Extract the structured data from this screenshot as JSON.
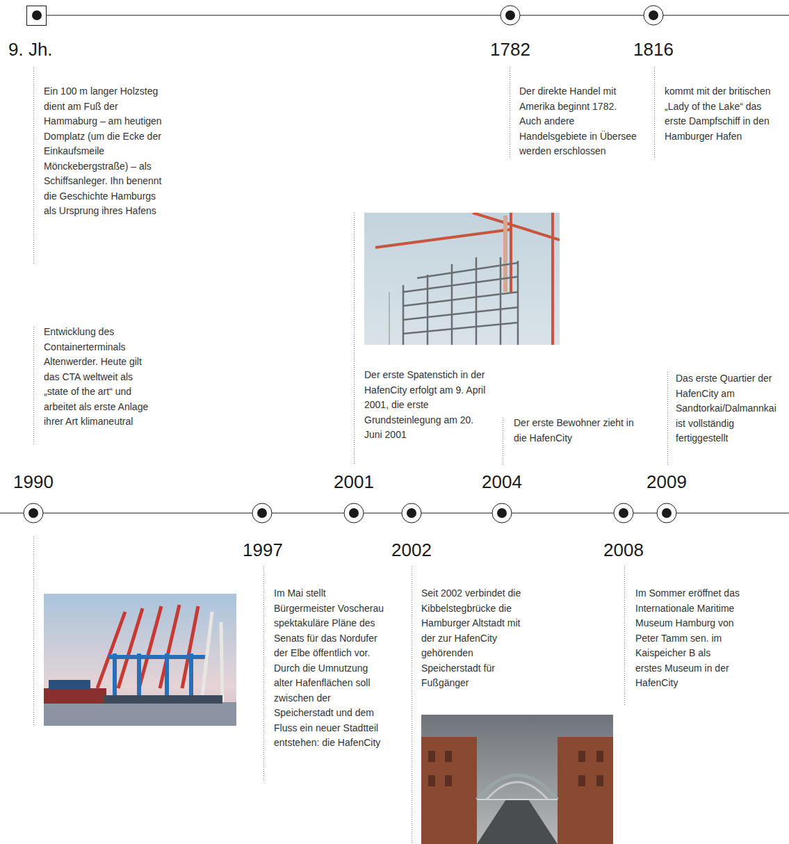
{
  "diagram": {
    "labels": [
      "9. Jh.",
      "Ein 100 m langer Holzsteg dient am Fuß der Hammaburg – am heutigen Domplatz (um die Ecke der Einkaufsmeile Mönckebergstraße) – als Schiffsanleger. Ihn benennt die Geschichte Hamburgs als Ursprung ihres Hafens",
      "1782",
      "Der direkte Handel mit Amerika beginnt 1782. Auch andere Handelsgebiete in Übersee werden erschlossen",
      "1816",
      "kommt mit der britischen „Lady of the Lake“ das erste Dampfschiff in den Hamburger Hafen",
      "Entwicklung des Containerterminals Altenwerder. Heute gilt das CTA weltweit als „state of the art“ und arbeitet als erste Anlage ihrer Art klimaneutral",
      "Der erste Spatenstich in der HafenCity erfolgt am 9. April 2001, die erste Grundsteinlegung am 20. Juni 2001",
      "Der erste Bewohner zieht in die HafenCity",
      "Das erste Quartier der HafenCity am Sandtorkai/Dalmannkai ist vollständig fertiggestellt",
      "1990",
      "2001",
      "2004",
      "2009",
      "1997",
      "2002",
      "2008",
      "Im Mai stellt Bürgermeister Voscherau spektakuläre Pläne des Senats für das Nordufer der Elbe öffentlich vor. Durch die Umnutzung alter Hafenflächen soll zwischen der Speicherstadt und dem Fluss ein neuer Stadtteil entstehen: die HafenCity",
      "Seit 2002 verbindet die Kibbelstegbrücke die Hamburger Altstadt mit der zur HafenCity gehörenden Speicherstadt für Fußgänger",
      "Im Sommer eröffnet das Internationale Maritime Museum Hamburg von Peter Tamm sen. im Kaispeicher B als erstes Museum in der HafenCity"
    ]
  }
}
